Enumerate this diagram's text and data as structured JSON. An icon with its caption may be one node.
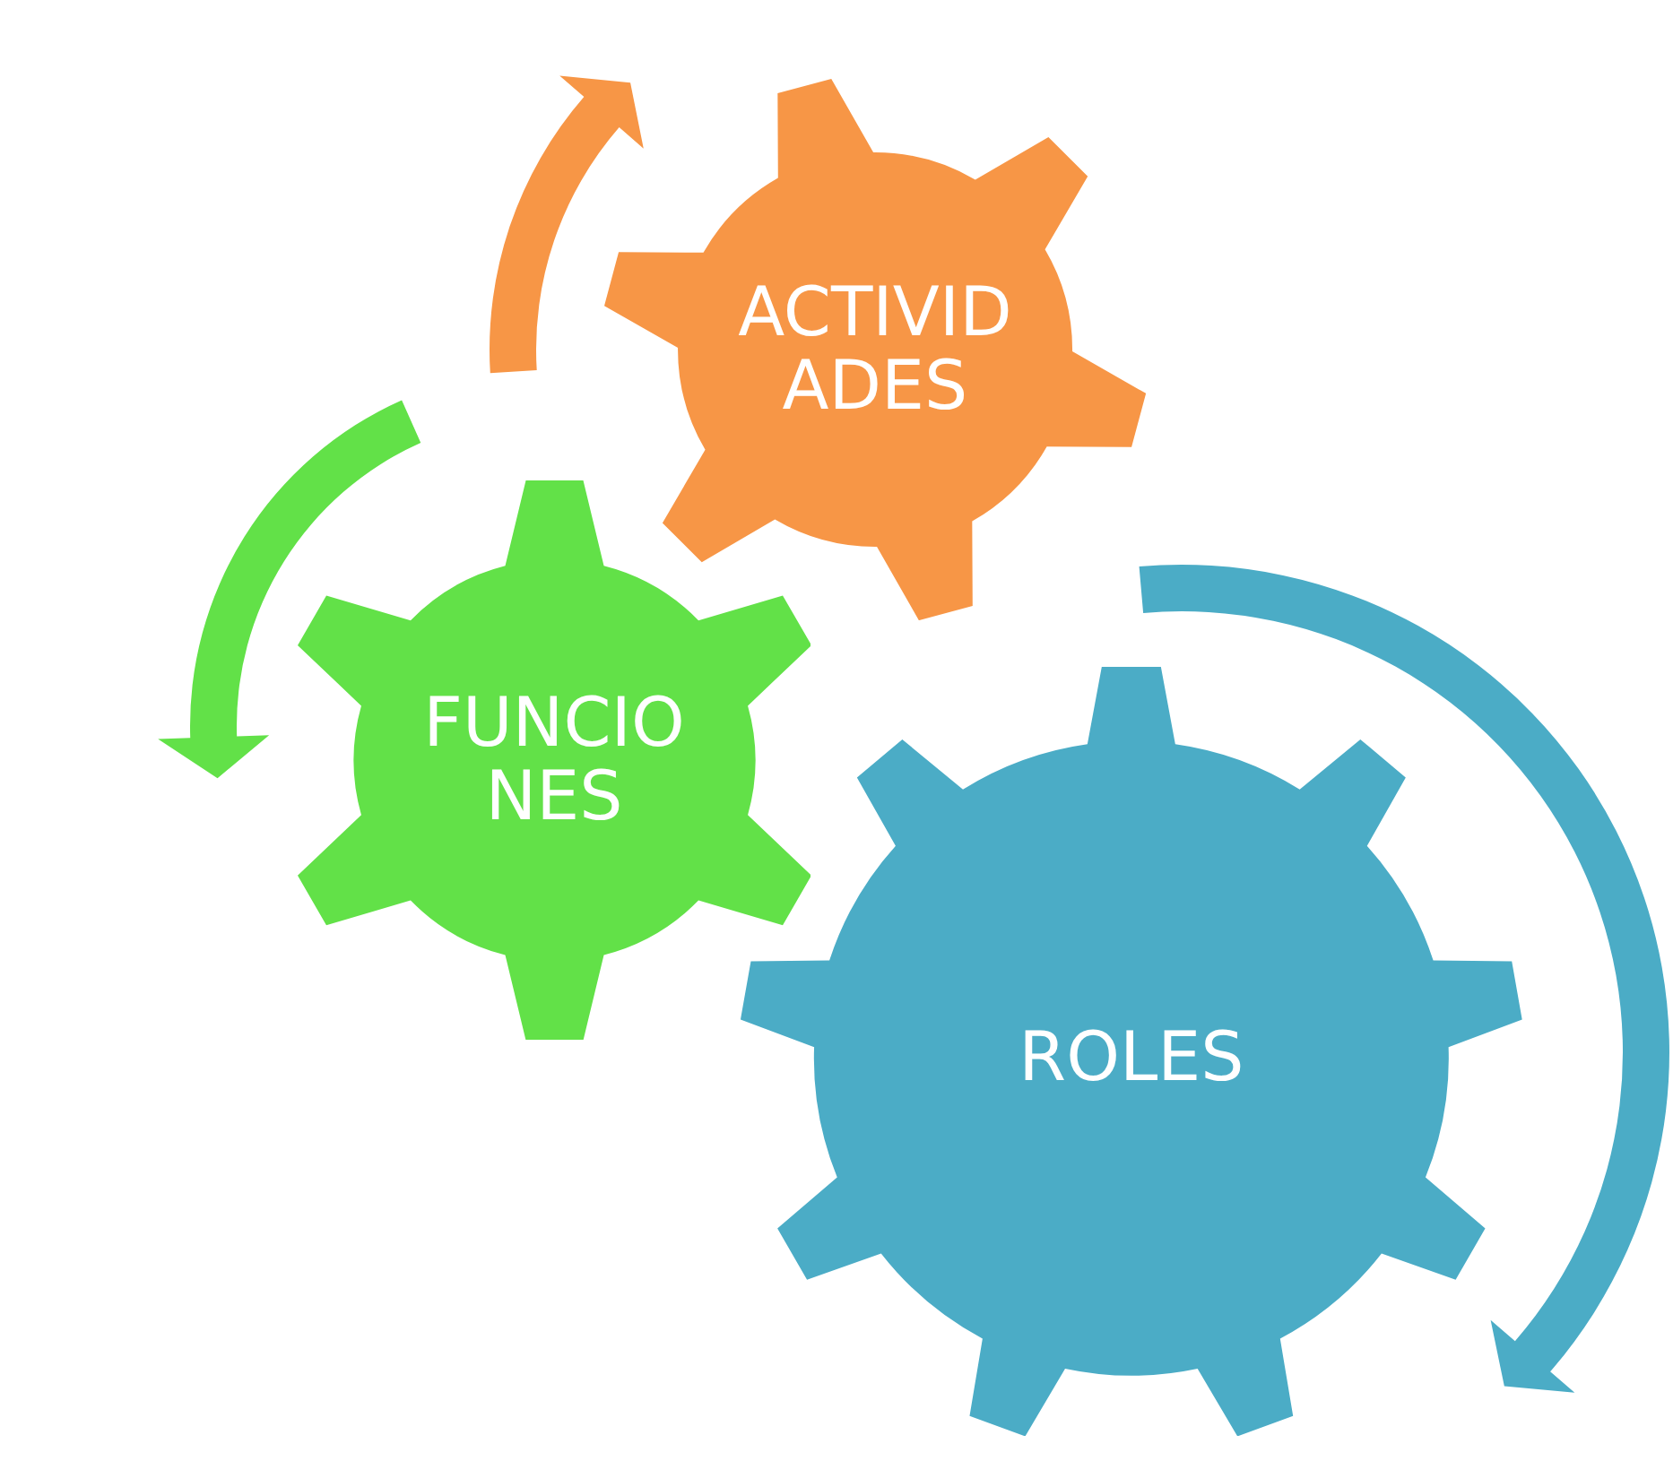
{
  "diagram": {
    "nodes": [
      {
        "text": [
          "ACTIVID ADES"
        ]
      },
      {
        "text": [
          "FUNCIO NES"
        ]
      },
      {
        "text": [
          "ROLES"
        ]
      }
    ]
  }
}
